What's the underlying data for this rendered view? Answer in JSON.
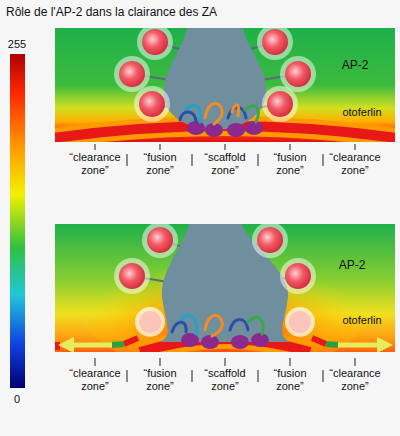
{
  "diagram": {
    "title": "Rôle de l'AP-2 dans la clairance des ZA",
    "labels": [
      "255",
      "0",
      "AP-2",
      "otoferlin",
      "“clearance zone”",
      "“fusion zone”",
      "“scaffold zone”",
      "“fusion zone”",
      "“clearance zone”",
      "AP-2",
      "otoferlin",
      "“clearance zone”",
      "“fusion zone”",
      "“scaffold zone”",
      "“fusion zone”",
      "“clearance zone”"
    ]
  }
}
